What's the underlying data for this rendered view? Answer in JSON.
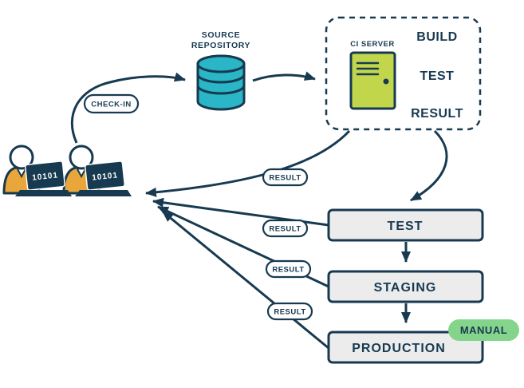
{
  "diagram": {
    "title": "Continuous integration and delivery pipeline diagram",
    "colors": {
      "navy": "#173a51",
      "cyan": "#2ab6c6",
      "server_green": "#c2d64c",
      "orange": "#e9a63a",
      "stage_gray": "#ececec",
      "manual_green": "#85d48c",
      "white": "#ffffff"
    },
    "developers": {
      "laptop_text": "10101"
    },
    "pills": {
      "check_in": "CHECK-IN",
      "results": [
        "RESULT",
        "RESULT",
        "RESULT",
        "RESULT"
      ]
    },
    "repository": {
      "label_line1": "SOURCE",
      "label_line2": "REPOSITORY"
    },
    "ci": {
      "server_label": "CI SERVER",
      "steps": [
        "BUILD",
        "TEST",
        "RESULT"
      ]
    },
    "stages": [
      {
        "label": "TEST"
      },
      {
        "label": "STAGING"
      },
      {
        "label": "PRODUCTION"
      }
    ],
    "manual_badge": "MANUAL"
  }
}
